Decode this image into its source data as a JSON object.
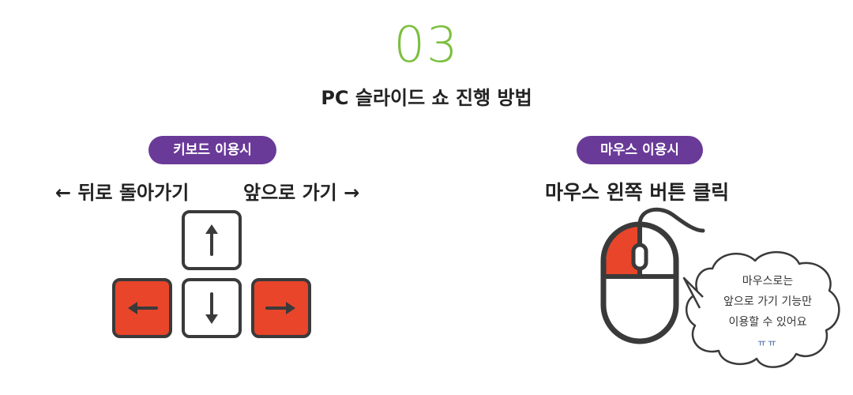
{
  "header": {
    "step_number": "03",
    "title": "PC 슬라이드 쇼 진행 방법"
  },
  "keyboard": {
    "badge": "키보드 이용시",
    "back_label": "← 뒤로 돌아가기",
    "forward_label": "앞으로 가기 →",
    "keys": [
      "up-arrow-icon",
      "left-arrow-icon",
      "down-arrow-icon",
      "right-arrow-icon"
    ],
    "highlight_color": "#e8452b"
  },
  "mouse": {
    "badge": "마우스 이용시",
    "heading": "마우스 왼쪽 버튼 클릭",
    "bubble_lines": [
      "마우스로는",
      "앞으로 가기 기능만",
      "이용할 수 있어요",
      "ㅠㅠ"
    ],
    "highlight_color": "#e8452b"
  },
  "colors": {
    "accent_green": "#7cbf3f",
    "badge_purple": "#6a3a98",
    "key_red": "#e8452b"
  }
}
